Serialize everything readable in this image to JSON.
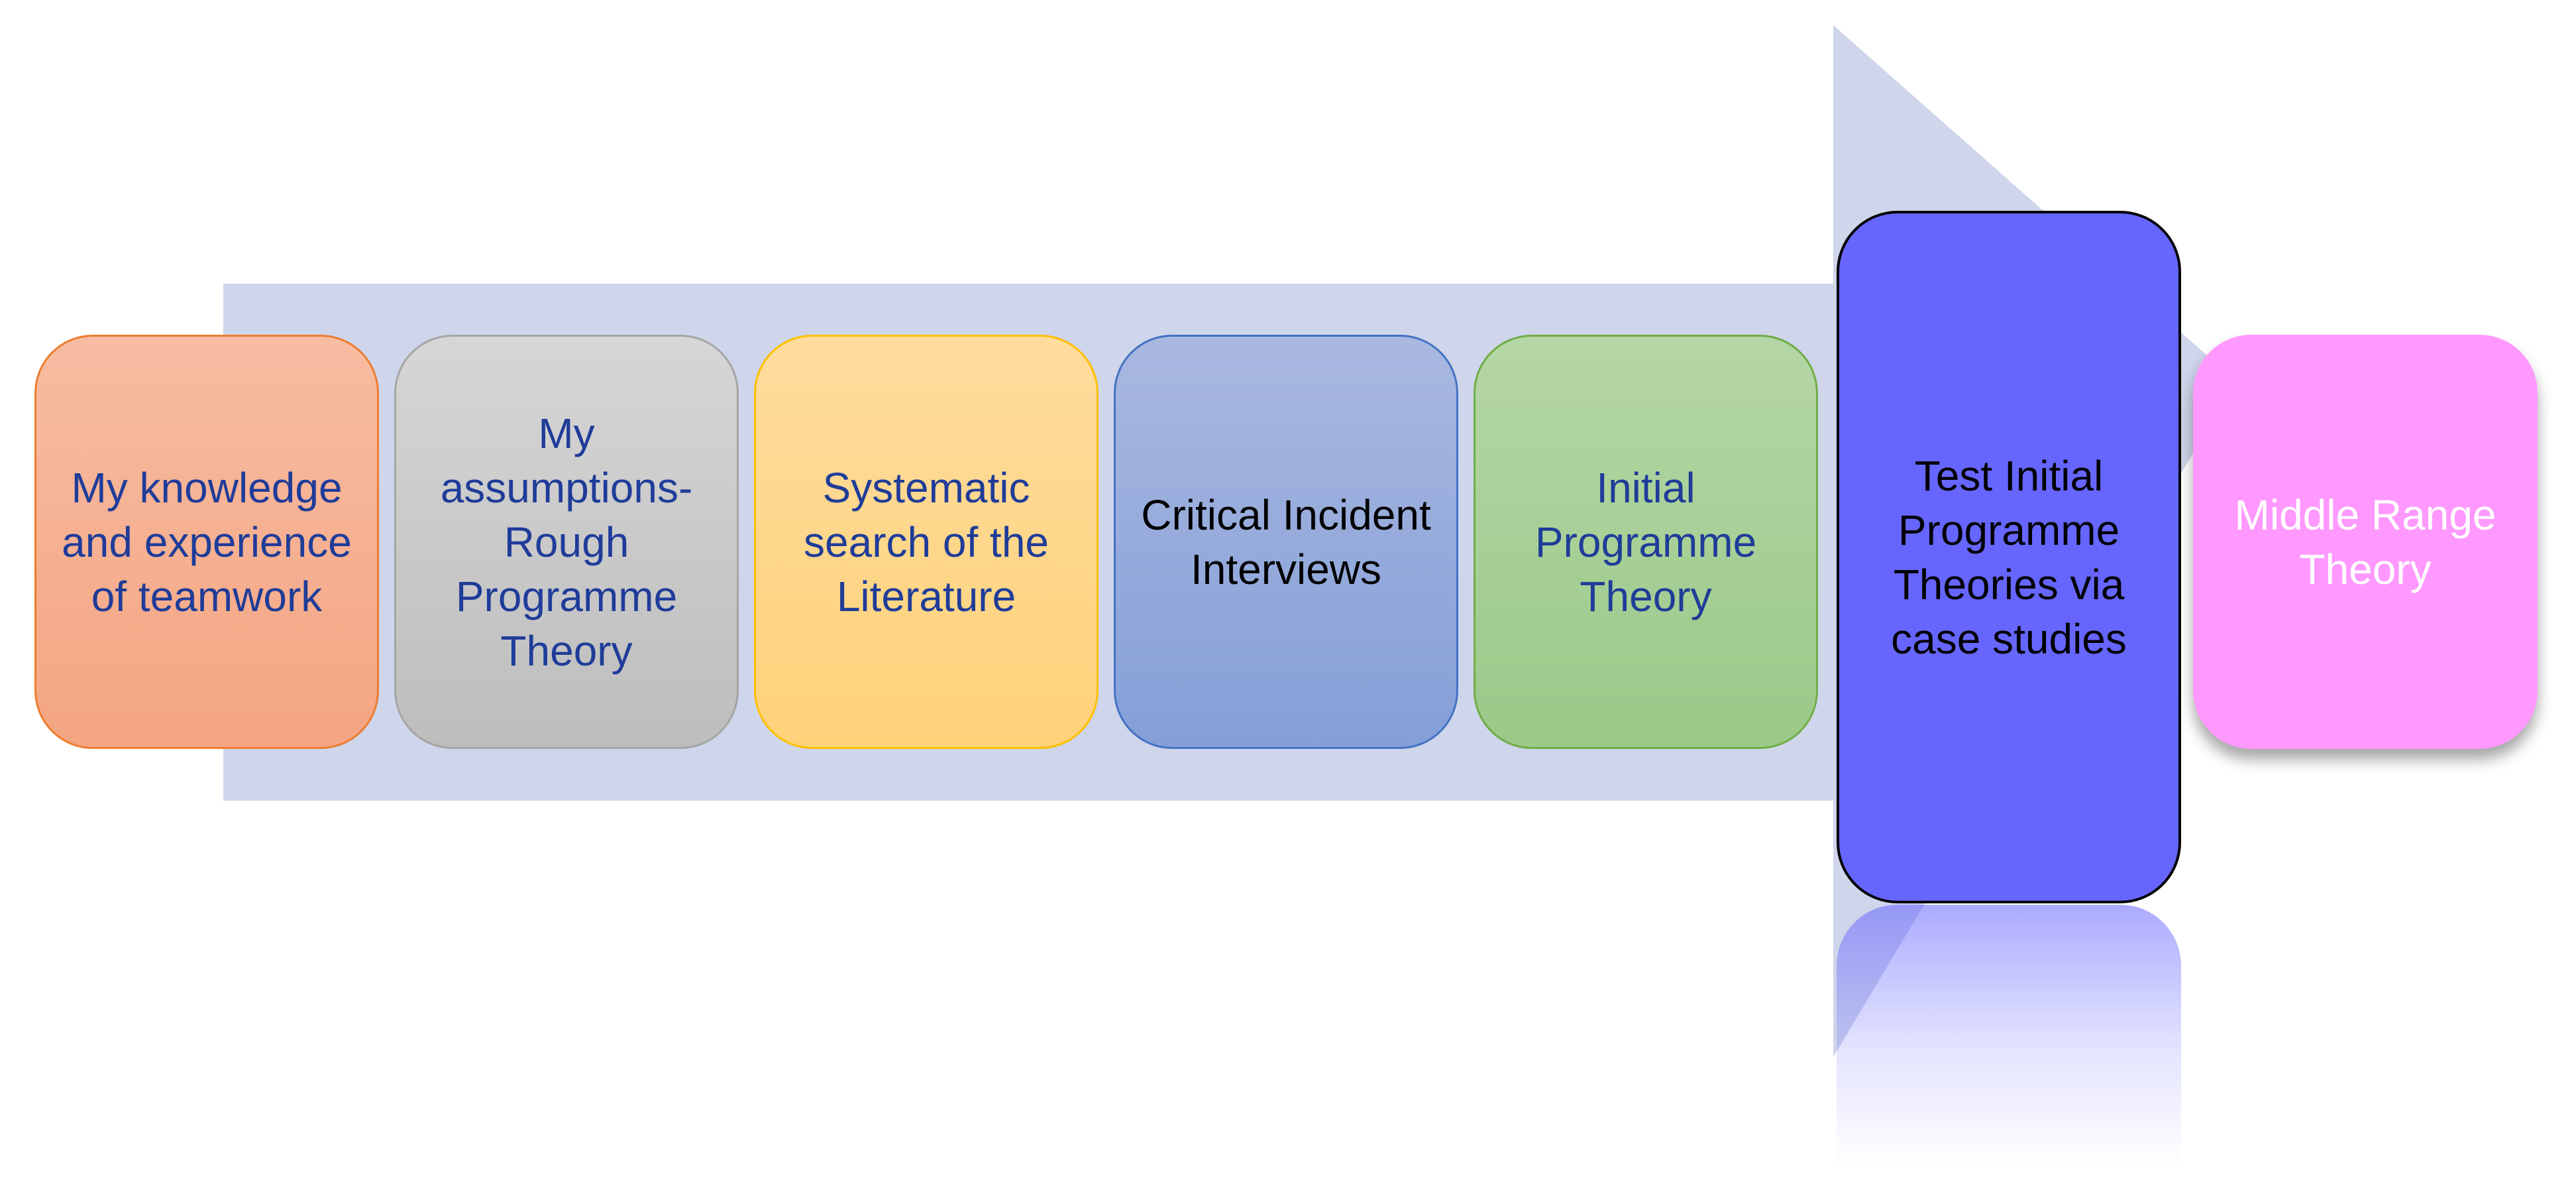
{
  "diagram": {
    "background_color": "#ffffff",
    "arrow_color": "#cfd5ea",
    "steps": [
      {
        "label": "My knowledge and experience of teamwork",
        "fill": "#f4b183",
        "border": "#ed7d31",
        "text_color": "#1f3c99"
      },
      {
        "label": "My assumptions- Rough Programme Theory",
        "fill": "#c9c9c9",
        "border": "#a5a5a5",
        "text_color": "#1f3c99"
      },
      {
        "label": "Systematic search of the Literature",
        "fill": "#ffd97f",
        "border": "#ffc000",
        "text_color": "#1f3c99"
      },
      {
        "label": "Critical Incident Interviews",
        "fill": "#8faadc",
        "border": "#4472c4",
        "text_color": "#000000"
      },
      {
        "label": "Initial Programme Theory",
        "fill": "#a9d18e",
        "border": "#70ad47",
        "text_color": "#1f3c99"
      },
      {
        "label": "Test Initial Programme Theories via case studies",
        "fill": "#6666ff",
        "border": "#000000",
        "text_color": "#000000"
      },
      {
        "label": "Middle Range Theory",
        "fill": "#ff99ff",
        "border": "#ff99ff",
        "text_color": "#ffffff"
      }
    ]
  }
}
